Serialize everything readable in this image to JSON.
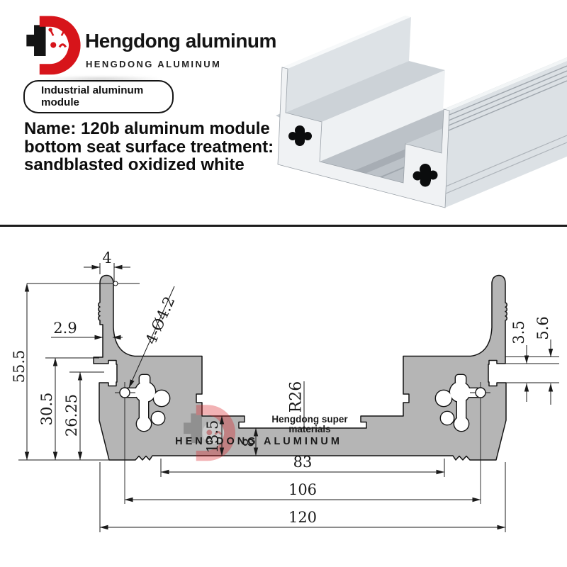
{
  "brand": {
    "title": "Hengdong aluminum",
    "subtitle": "HENGDONG ALUMINUM",
    "color": "#d7141a"
  },
  "badge": {
    "line1": "Industrial aluminum",
    "line2": "module"
  },
  "product_title": {
    "line1": "Name: 120b aluminum module",
    "line2": "bottom seat surface treatment:",
    "line3": "sandblasted oxidized white"
  },
  "drawing": {
    "profile_fill": "#b5b5b5",
    "dims": {
      "top_width": "4",
      "wall_thickness": "2.9",
      "overall_height": "55.5",
      "cavity_height": "30.5",
      "slot_center_height": "26.25",
      "hole_callout": "4-Ø4.2",
      "corner_radius": "R26",
      "step_height": "13.5",
      "base_thickness": "8",
      "side_tab_thickness": "3.5",
      "side_slot_height": "5.6",
      "inner_width": "83",
      "hole_span_width": "106",
      "overall_width": "120"
    },
    "watermark": {
      "line1": "Hengdong super",
      "line2": "materials",
      "ghost": "HENGDONG ALUMINUM"
    }
  }
}
